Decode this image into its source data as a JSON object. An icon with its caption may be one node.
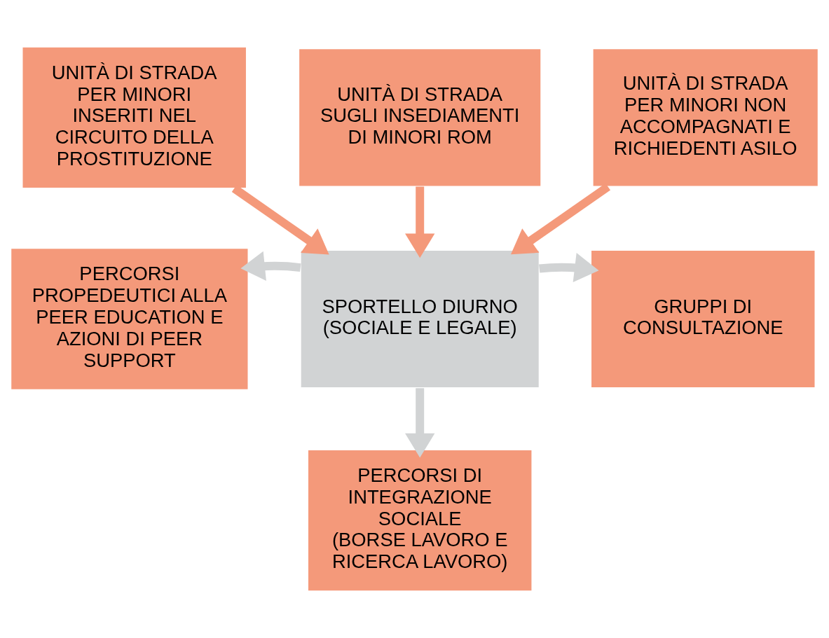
{
  "diagram": {
    "nodes": [
      {
        "text": [
          "UNITÀ DI STRADA PER MINORI INSERITI NEL CIRCUITO DELLA PROSTITUZIONE"
        ]
      },
      {
        "text": [
          "UNITÀ DI STRADA SUGLI INSEDIAMENTI DI MINORI ROM"
        ]
      },
      {
        "text": [
          "UNITÀ DI STRADA PER MINORI NON ACCOMPAGNATI E RICHIEDENTI ASILO"
        ]
      },
      {
        "text": [
          "PERCORSI PROPEDEUTICI ALLA PEER EDUCATION E AZIONI DI PEER SUPPORT"
        ]
      },
      {
        "text": [
          "SPORTELLO DIURNO",
          "(SOCIALE E LEGALE)"
        ]
      },
      {
        "text": [
          "GRUPPI DI CONSULTAZIONE"
        ]
      },
      {
        "text": [
          "PERCORSI DI INTEGRAZIONE SOCIALE",
          "(BORSE LAVORO E RICERCA LAVORO)"
        ]
      }
    ],
    "edges": [
      {
        "from": 0,
        "to": 4,
        "arrow": "to",
        "color": "#f4997a"
      },
      {
        "from": 1,
        "to": 4,
        "arrow": "to",
        "color": "#f4997a"
      },
      {
        "from": 2,
        "to": 4,
        "arrow": "to",
        "color": "#f4997a"
      },
      {
        "from": 4,
        "to": 3,
        "arrow": "to",
        "color": "#d1d3d4"
      },
      {
        "from": 4,
        "to": 5,
        "arrow": "to",
        "color": "#d1d3d4"
      },
      {
        "from": 4,
        "to": 6,
        "arrow": "to",
        "color": "#d1d3d4"
      }
    ]
  }
}
